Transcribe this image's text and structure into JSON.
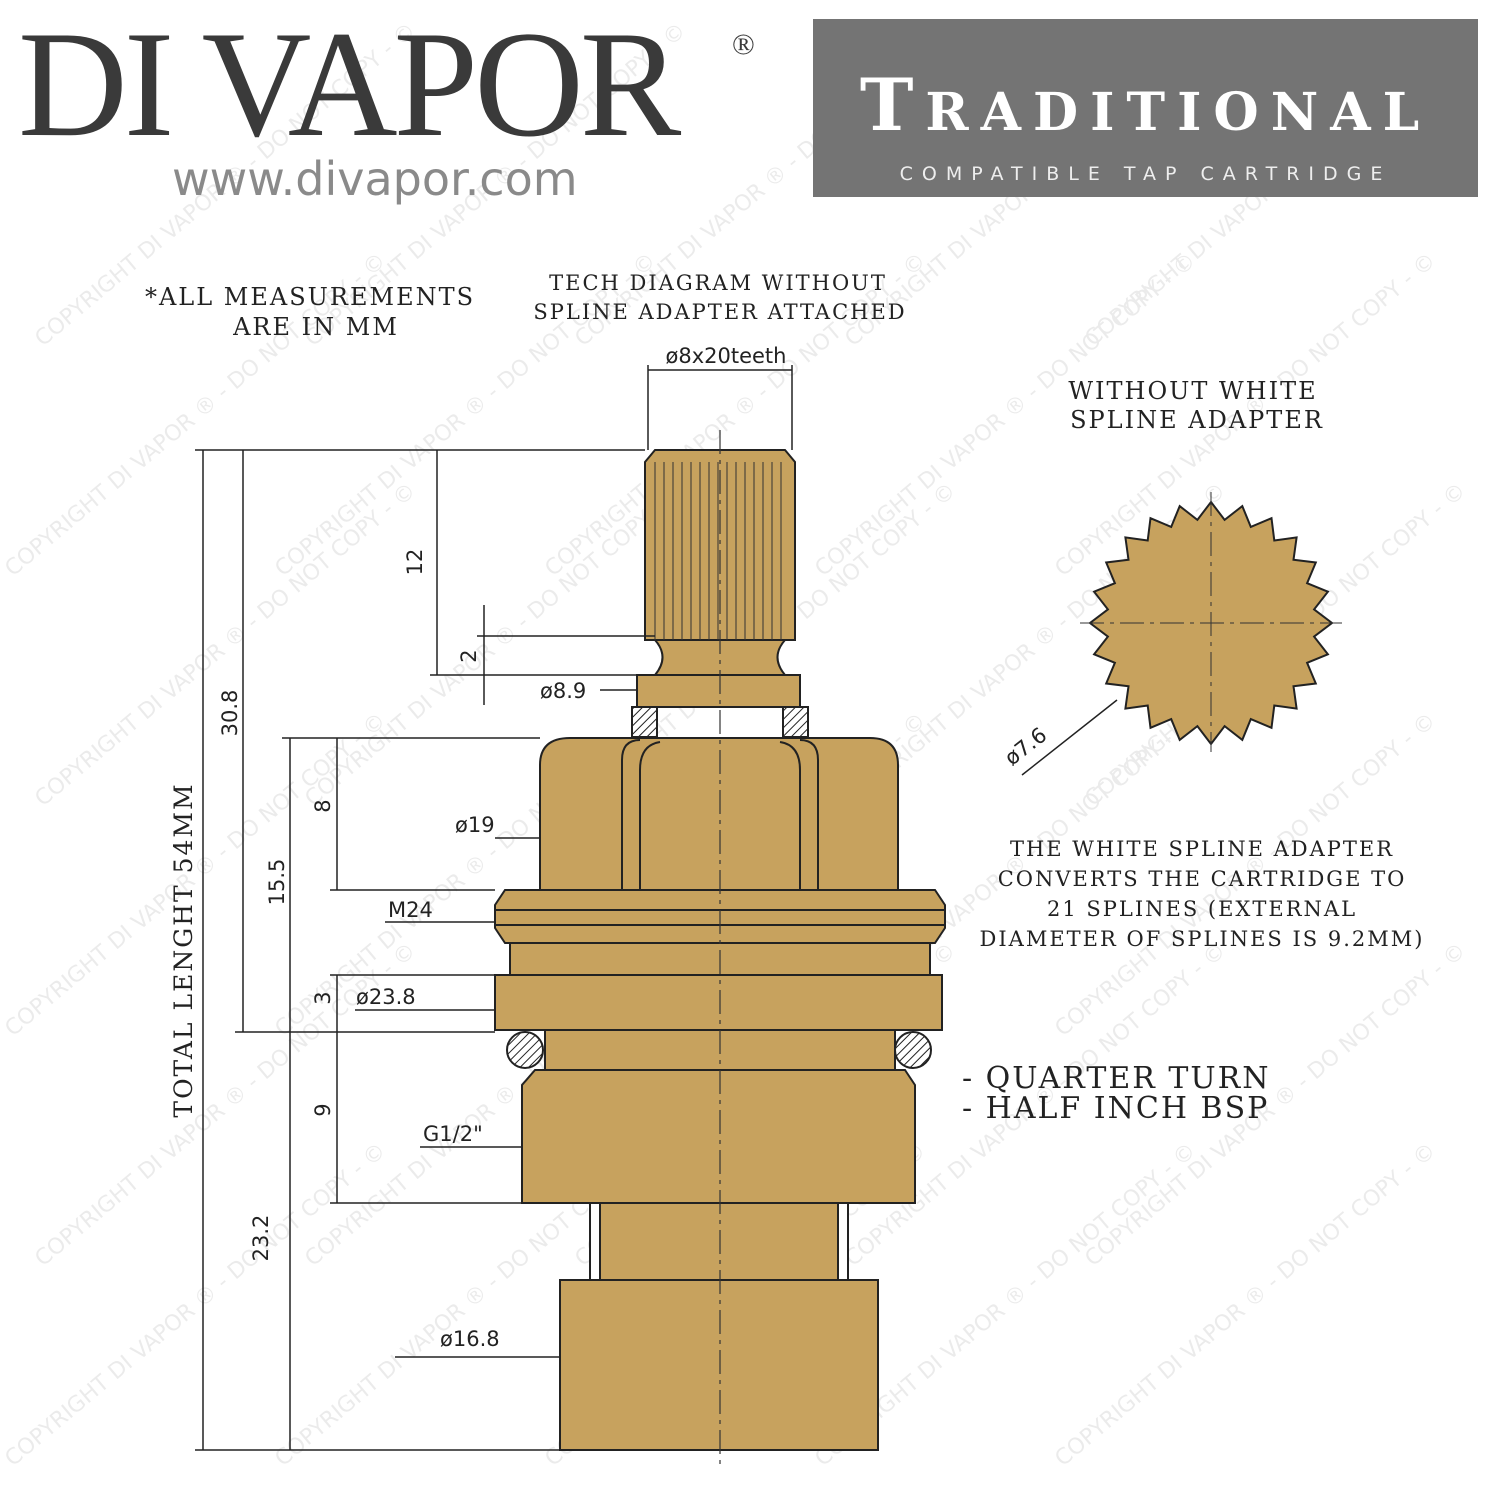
{
  "header": {
    "brand": "DI VAPOR",
    "registered": "®",
    "url": "www.divapor.com",
    "banner_title": "TRADITIONAL",
    "banner_subtitle": "COMPATIBLE TAP CARTRIDGE"
  },
  "notes": {
    "measurements": [
      "*ALL MEASUREMENTS",
      "ARE IN MM"
    ],
    "diagram_title": [
      "TECH DIAGRAM WITHOUT",
      "SPLINE ADAPTER ATTACHED"
    ],
    "spline_title": [
      "WITHOUT WHITE",
      "SPLINE ADAPTER"
    ],
    "adapter_info": [
      "THE WHITE SPLINE ADAPTER",
      "CONVERTS THE CARTRIDGE TO",
      "21 SPLINES (EXTERNAL",
      "DIAMETER OF SPLINES IS 9.2MM)"
    ],
    "features": [
      "- QUARTER TURN",
      "- HALF INCH BSP"
    ]
  },
  "dimensions": {
    "spline": "ø8x20teeth",
    "total_length": "TOTAL LENGHT 54MM",
    "d30_8": "30.8",
    "d15_5": "15.5",
    "d23_2": "23.2",
    "d12": "12",
    "d2": "2",
    "d8": "8",
    "d3": "3",
    "d9": "9",
    "dia8_9": "ø8.9",
    "dia19": "ø19",
    "m24": "M24",
    "dia23_8": "ø23.8",
    "g1_2": "G1/2\"",
    "dia16_8": "ø16.8",
    "dia7_6": "ø7.6"
  },
  "watermark": "COPYRIGHT DI VAPOR ® - DO NOT COPY - ©",
  "colors": {
    "brass": "#c7a25e",
    "banner": "#747474",
    "line": "#222222"
  }
}
